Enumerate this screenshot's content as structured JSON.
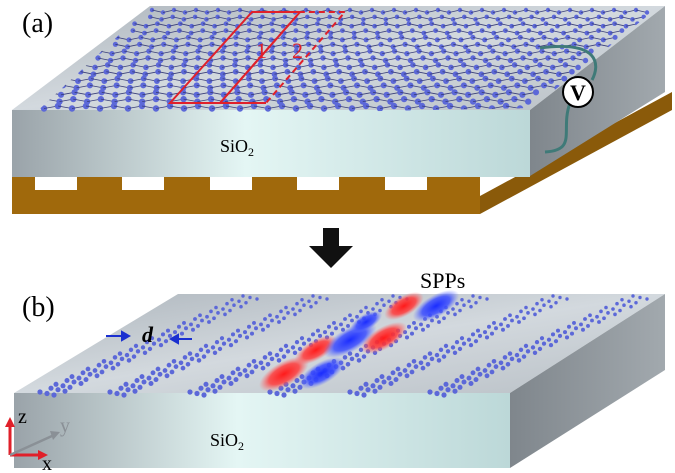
{
  "panels": {
    "a": {
      "label": "(a)",
      "substrate_label": "SiO",
      "substrate_sub": "2",
      "region_labels": [
        "1",
        "2"
      ],
      "meter_label": "V"
    },
    "b": {
      "label": "(b)",
      "substrate_label": "SiO",
      "substrate_sub": "2",
      "spp_label": "SPPs",
      "spacing_label": "d"
    }
  },
  "axes": {
    "z": "z",
    "y": "y",
    "x": "x"
  },
  "colors": {
    "slab_top": "#c6cdd3",
    "slab_front": "#cfeae8",
    "slab_side": "#8a9096",
    "gold": "#a0690c",
    "atom": "#5c68d8",
    "bond": "#3a3f7a",
    "highlight": "#e0202a",
    "spp_red": "#ff2a2a",
    "spp_blue": "#2a3cff",
    "arrow": "#111111"
  },
  "icons": [
    "down-arrow-icon",
    "voltmeter-icon",
    "axes-icon"
  ]
}
